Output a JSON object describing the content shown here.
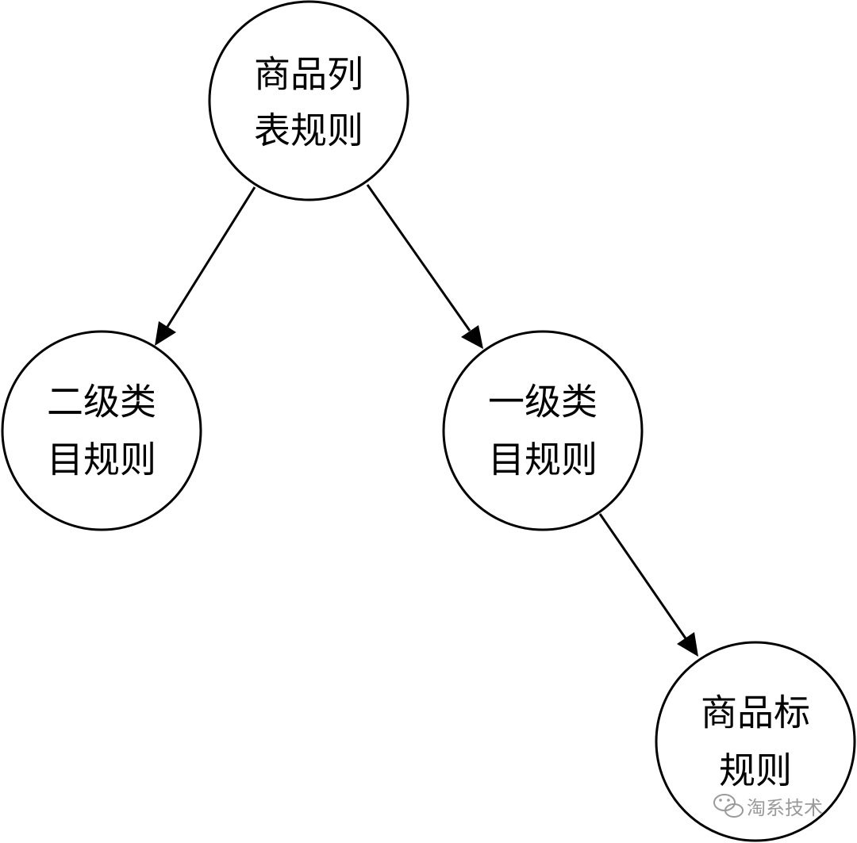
{
  "nodes": {
    "root": {
      "line1": "商品列",
      "line2": "表规则"
    },
    "secondary_category": {
      "line1": "二级类",
      "line2": "目规则"
    },
    "primary_category": {
      "line1": "一级类",
      "line2": "目规则"
    },
    "product_tag": {
      "line1": "商品标",
      "line2": "规则"
    }
  },
  "edges": [
    {
      "from": "root",
      "to": "secondary_category"
    },
    {
      "from": "root",
      "to": "primary_category"
    },
    {
      "from": "primary_category",
      "to": "product_tag"
    }
  ],
  "watermark": {
    "text": "淘系技术",
    "icon": "wechat-icon"
  },
  "colors": {
    "stroke": "#000000",
    "fill": "#ffffff",
    "watermark": "#9a9a9a"
  }
}
